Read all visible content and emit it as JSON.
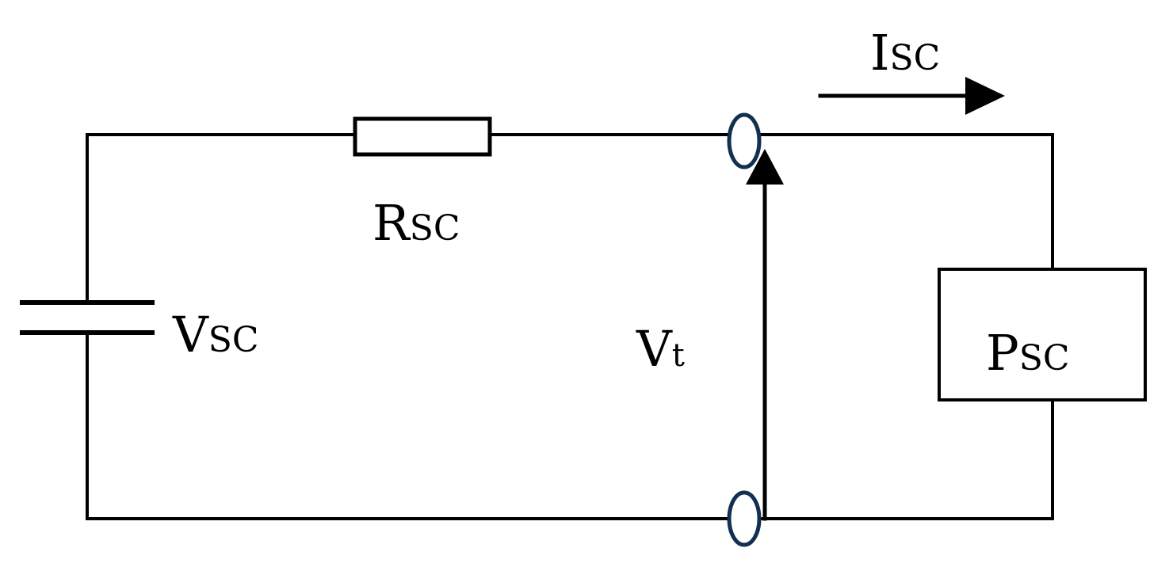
{
  "labels": {
    "current": {
      "main": "I",
      "sub": "SC"
    },
    "resistor": {
      "main": "R",
      "sub": "SC"
    },
    "source_voltage": {
      "main": "V",
      "sub": "SC"
    },
    "terminal_voltage": {
      "main": "V",
      "sub": "t"
    },
    "load": {
      "main": "P",
      "sub": "SC"
    }
  },
  "colors": {
    "wire": "#000000",
    "terminal": "#12304f",
    "background": "#ffffff"
  }
}
